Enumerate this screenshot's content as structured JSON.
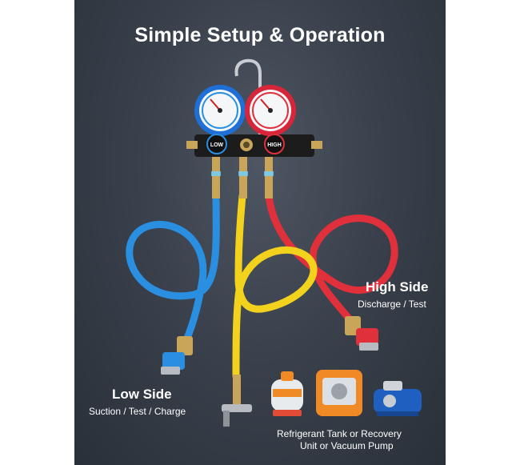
{
  "title": "Simple Setup & Operation",
  "gauges": {
    "low_knob_label": "LOW",
    "high_knob_label": "HIGH"
  },
  "high_side": {
    "heading": "High Side",
    "detail": "Discharge / Test"
  },
  "low_side": {
    "heading": "Low Side",
    "detail": "Suction / Test / Charge"
  },
  "equipment": {
    "caption_line1": "Refrigerant Tank or Recovery",
    "caption_line2": "Unit or Vacuum Pump"
  },
  "colors": {
    "background": "#3a414c",
    "hose_blue": "#2a8fe0",
    "hose_yellow": "#f2d21c",
    "hose_red": "#e0303b",
    "manifold": "#1c1c1c",
    "brass": "#c9a55a"
  }
}
